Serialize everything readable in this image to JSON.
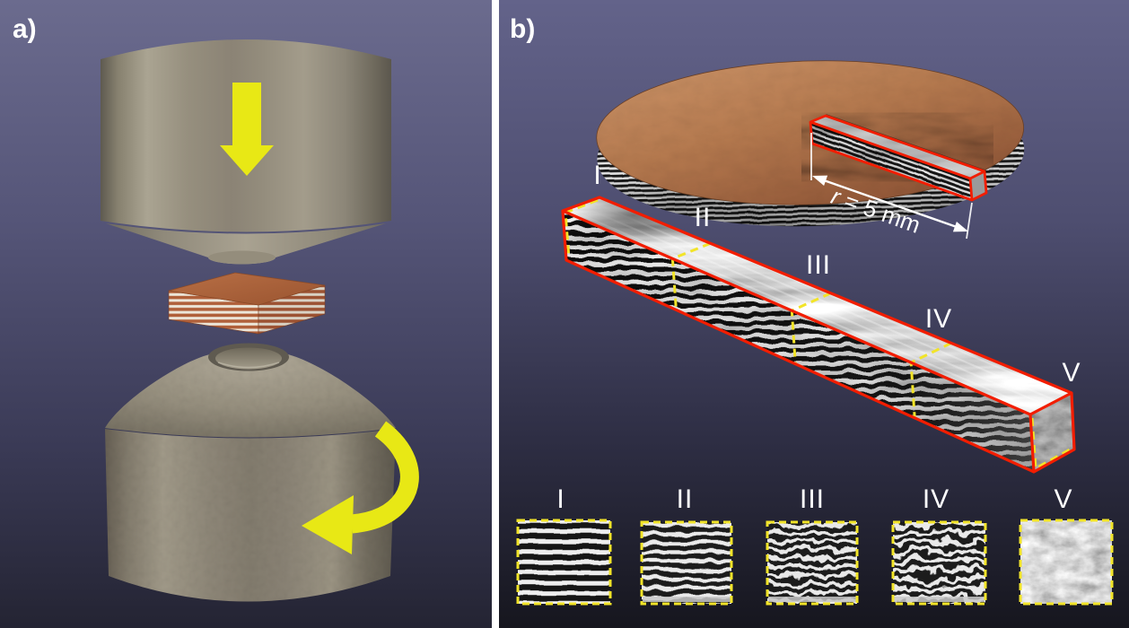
{
  "panel_a": {
    "label": "a)",
    "icons": {
      "compression": "down-arrow-icon",
      "rotation": "curved-rotation-arrow-icon"
    }
  },
  "panel_b": {
    "label": "b)",
    "dimension": {
      "variable": "r",
      "equals": "= 5 mm"
    },
    "bar_labels": [
      "I",
      "II",
      "III",
      "IV",
      "V"
    ],
    "inset_labels": [
      "I",
      "II",
      "III",
      "IV",
      "V"
    ]
  },
  "colors": {
    "background_top": "#68688c",
    "background_bottom": "#1a1a24",
    "outline_red": "#f21d00",
    "dash_yellow": "#f2e428",
    "arrow_yellow": "#e8e815",
    "copper": "#b2613c",
    "divider_white": "#ffffff"
  }
}
